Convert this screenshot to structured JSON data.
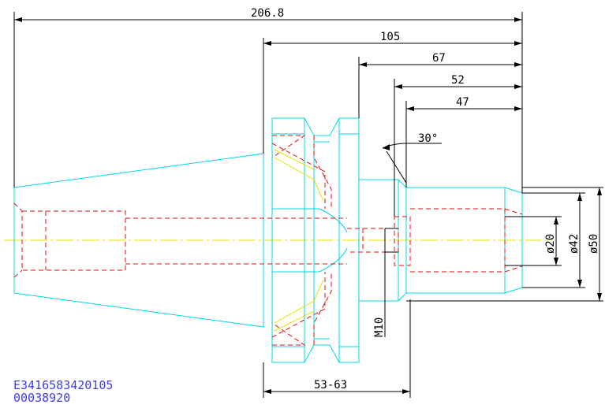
{
  "dimensions": {
    "overall_length": "206.8",
    "flange_to_end": "105",
    "len_67": "67",
    "len_52": "52",
    "len_47": "47",
    "angle": "30°",
    "thread": "M10",
    "gauge_range": "53-63",
    "dia_20": "ø20",
    "dia_42": "ø42",
    "dia_50": "ø50"
  },
  "part_code": "E3416583420105",
  "part_number": "00038920",
  "colors": {
    "outline": "#00d7e6",
    "hidden": "#e01010",
    "centerline": "#e8e000",
    "dimension": "#000000",
    "code_text": "#3d3df0"
  }
}
